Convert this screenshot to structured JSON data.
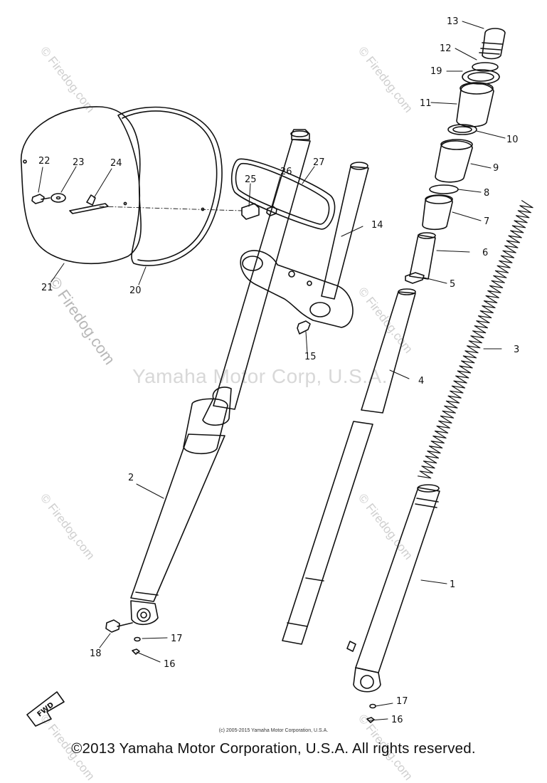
{
  "watermarks": {
    "repeated": "© Firedog.com",
    "corporate": "Yamaha Motor Corp, U.S.A."
  },
  "callouts": {
    "n1": "1",
    "n2": "2",
    "n3": "3",
    "n4": "4",
    "n5": "5",
    "n6": "6",
    "n7": "7",
    "n8": "8",
    "n9": "9",
    "n10": "10",
    "n11": "11",
    "n12": "12",
    "n13": "13",
    "n14": "14",
    "n15": "15",
    "n16a": "16",
    "n16b": "16",
    "n17a": "17",
    "n17b": "17",
    "n18": "18",
    "n19": "19",
    "n20": "20",
    "n21": "21",
    "n22": "22",
    "n23": "23",
    "n24": "24",
    "n25": "25",
    "n26": "26",
    "n27": "27"
  },
  "fwd_label": "FWD",
  "footer": {
    "small_copyright": "(c) 2005-2015 Yamaha Motor Corporation, U.S.A.",
    "main_copyright": "©2013 Yamaha Motor Corporation, U.S.A. All rights reserved."
  }
}
